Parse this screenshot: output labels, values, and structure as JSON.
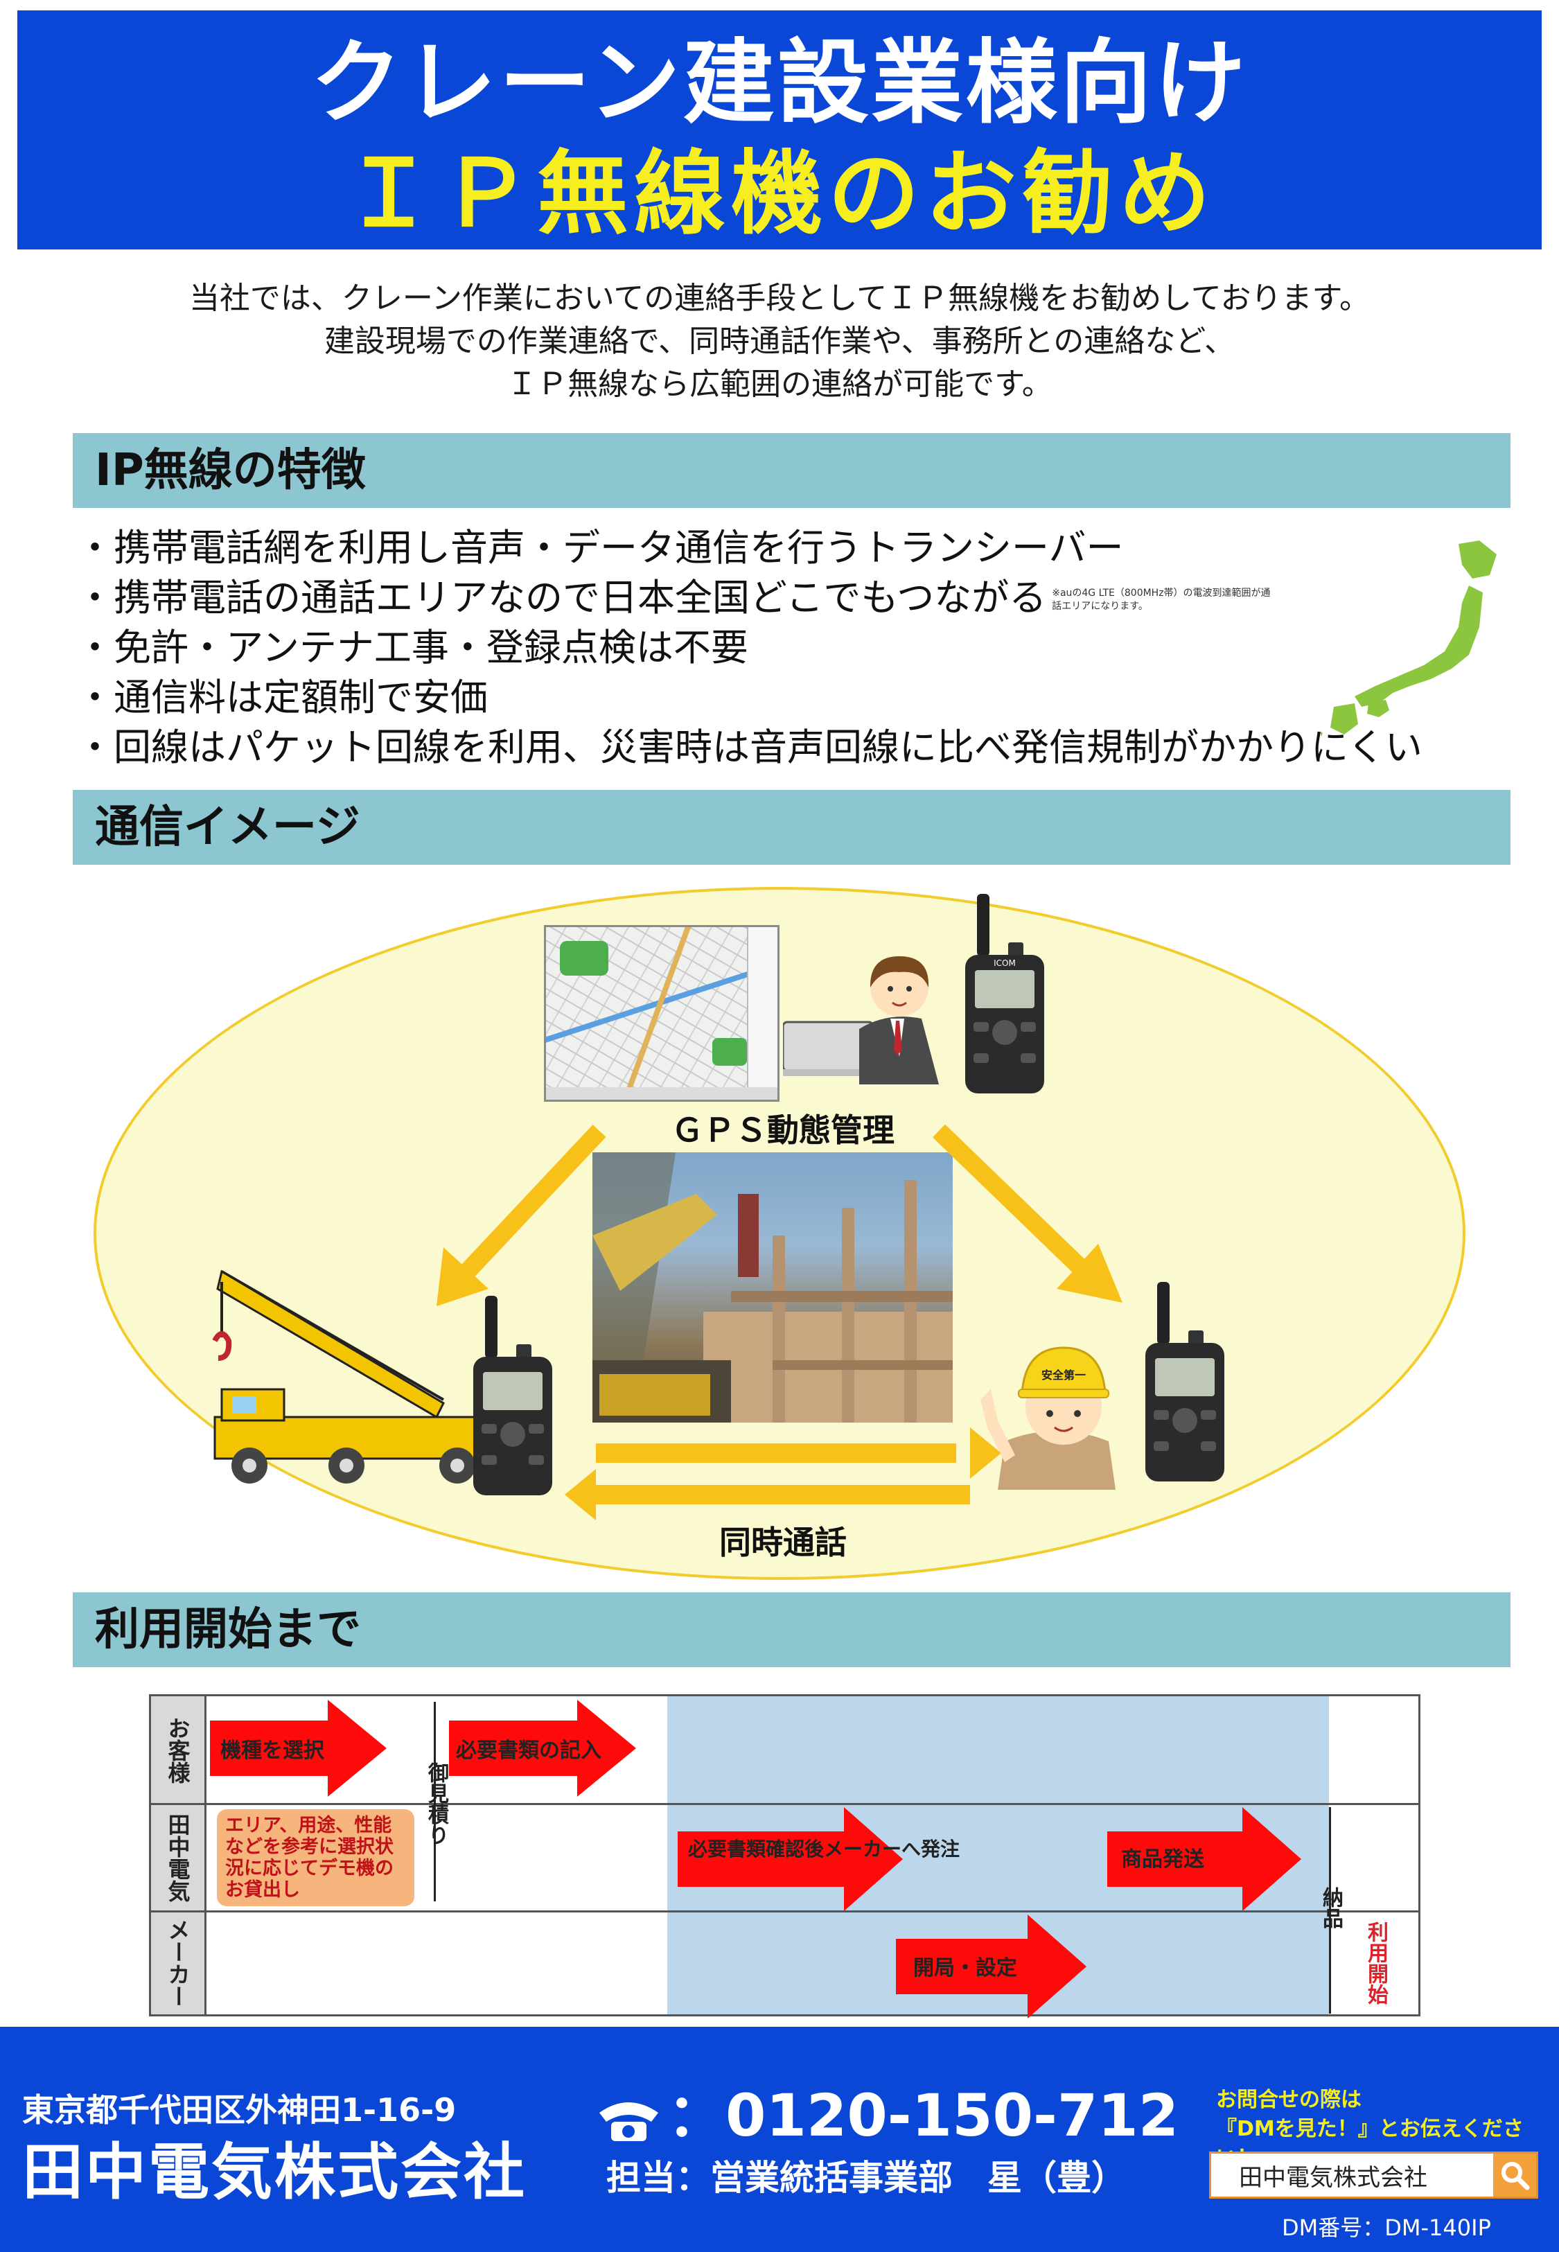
{
  "header": {
    "title_line1": "クレーン建設業様向け",
    "title_line2": "ＩＰ無線機のお勧め"
  },
  "intro": {
    "line1": "当社では、クレーン作業においての連絡手段としてＩＰ無線機をお勧めしております。",
    "line2": "建設現場での作業連絡で、同時通話作業や、事務所との連絡など、",
    "line3": "ＩＰ無線なら広範囲の連絡が可能です。"
  },
  "features": {
    "title": "IP無線の特徴",
    "items": [
      "・携帯電話網を利用し音声・データ通信を行うトランシーバー",
      "・携帯電話の通話エリアなので日本全国どこでもつながる",
      "・免許・アンテナ工事・登録点検は不要",
      "・通信料は定額制で安価",
      "・回線はパケット回線を利用、災害時は音声回線に比べ発信規制がかかりにくい"
    ],
    "note": "※auの4G LTE（800MHz帯）の電波到達範囲が通話エリアになります。"
  },
  "communication": {
    "title": "通信イメージ",
    "gps_caption": "ＧＰＳ動態管理",
    "simultaneous_caption": "同時通話",
    "radio_brand": "ICOM",
    "helmet_text": "安全第一",
    "colors": {
      "ellipse_fill": "#fbf9cf",
      "ellipse_stroke": "#f2cc2d",
      "arrow": "#f7c11a"
    }
  },
  "process": {
    "title": "利用開始まで",
    "rows": {
      "customer": "お客様",
      "tanaka": "田中電気",
      "maker": "メーカー"
    },
    "steps": {
      "select_model": "機種を選択",
      "fill_documents": "必要書類の記入",
      "estimate": "御見積り",
      "demo": "エリア、用途、性能などを参考に選択状況に応じてデモ機のお貸出し",
      "confirm_order": "必要書類確認後メーカーへ発注",
      "ship": "商品発送",
      "open_setup": "開局・設定",
      "delivery": "納品",
      "start_use": "利用開始"
    }
  },
  "footer": {
    "address": "東京都千代田区外神田1-16-9",
    "company": "田中電気株式会社",
    "phone": "：0120-150-712",
    "contact": "担当：営業統括事業部　星（豊）",
    "note_line1": "お問合せの際は",
    "note_line2": "『DMを見た！』とお伝えください！",
    "search_value": "田中電気株式会社",
    "dm_number": "DM番号：DM-140IP"
  }
}
